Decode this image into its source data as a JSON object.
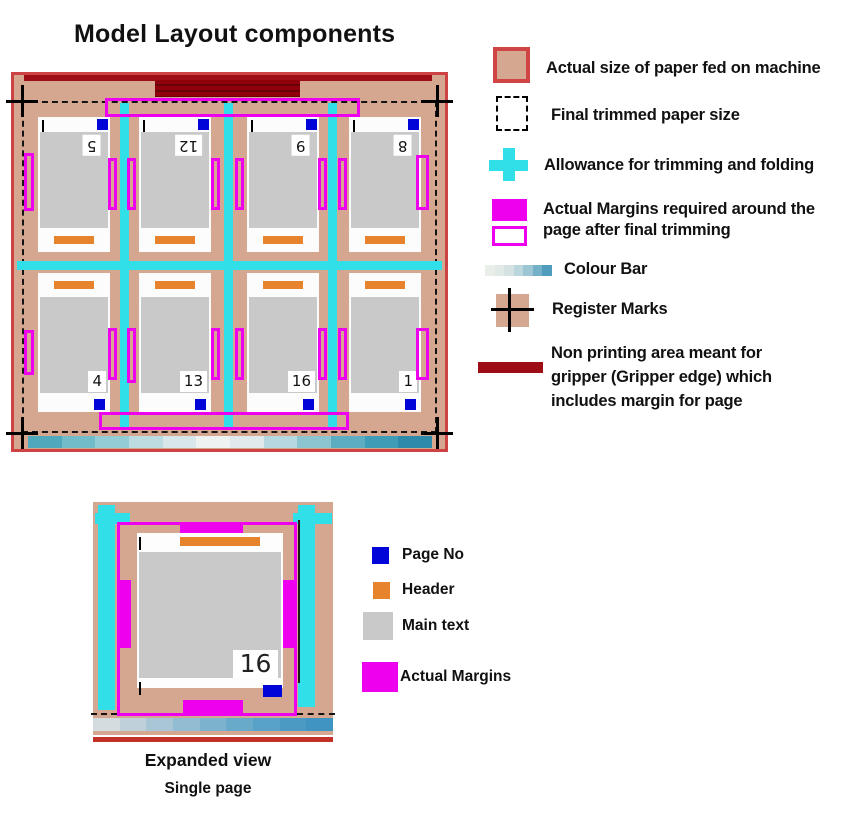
{
  "title": "Model Layout components",
  "colors": {
    "tan": "#d5a791",
    "red": "#cd4242",
    "gripper": "#9e0c16",
    "cyan": "#30dfe8",
    "magenta": "#ee00ee",
    "blue": "#0105d8",
    "orange": "#e8832d",
    "gray": "#c9c9c9"
  },
  "main_diagram": {
    "pages_top": [
      {
        "number": "5"
      },
      {
        "number": "12"
      },
      {
        "number": "9"
      },
      {
        "number": "8"
      }
    ],
    "pages_bottom": [
      {
        "number": "4"
      },
      {
        "number": "13"
      },
      {
        "number": "16"
      },
      {
        "number": "1"
      }
    ],
    "colour_bar": [
      "#4fa8bc",
      "#72bcca",
      "#94ccd6",
      "#bcdce2",
      "#d8e8ea",
      "#eef2f0",
      "#e0eaec",
      "#b6d8e0",
      "#8cc4d0",
      "#5cacc2",
      "#3f9cb6",
      "#2e8aaa"
    ]
  },
  "legend": {
    "paper": "Actual size of paper fed on machine",
    "trimmed": "Final trimmed paper size",
    "allowance": "Allowance for trimming and folding",
    "margins": "Actual Margins required around the page after final trimming",
    "colour_bar": "Colour Bar",
    "register": "Register Marks",
    "gripper": "Non printing area meant for gripper (Gripper edge) which includes margin for page",
    "colour_bar_swatch": [
      "#eaeee9",
      "#e2eae8",
      "#d4e2e4",
      "#bcd6de",
      "#9cc6d4",
      "#74b0c8",
      "#4f9cbc"
    ]
  },
  "expanded": {
    "page_number": "16",
    "caption1": "Expanded view",
    "caption2": "Single page",
    "colour_bar": [
      "#d4dce0",
      "#c0d0da",
      "#a8c6d6",
      "#92bcd2",
      "#7cb2ce",
      "#68aaca",
      "#58a2c8",
      "#4a9ac4",
      "#3f94c2"
    ],
    "legend": {
      "page_no": "Page No",
      "header": "Header",
      "main_text": "Main text",
      "margins": "Actual Margins"
    }
  }
}
